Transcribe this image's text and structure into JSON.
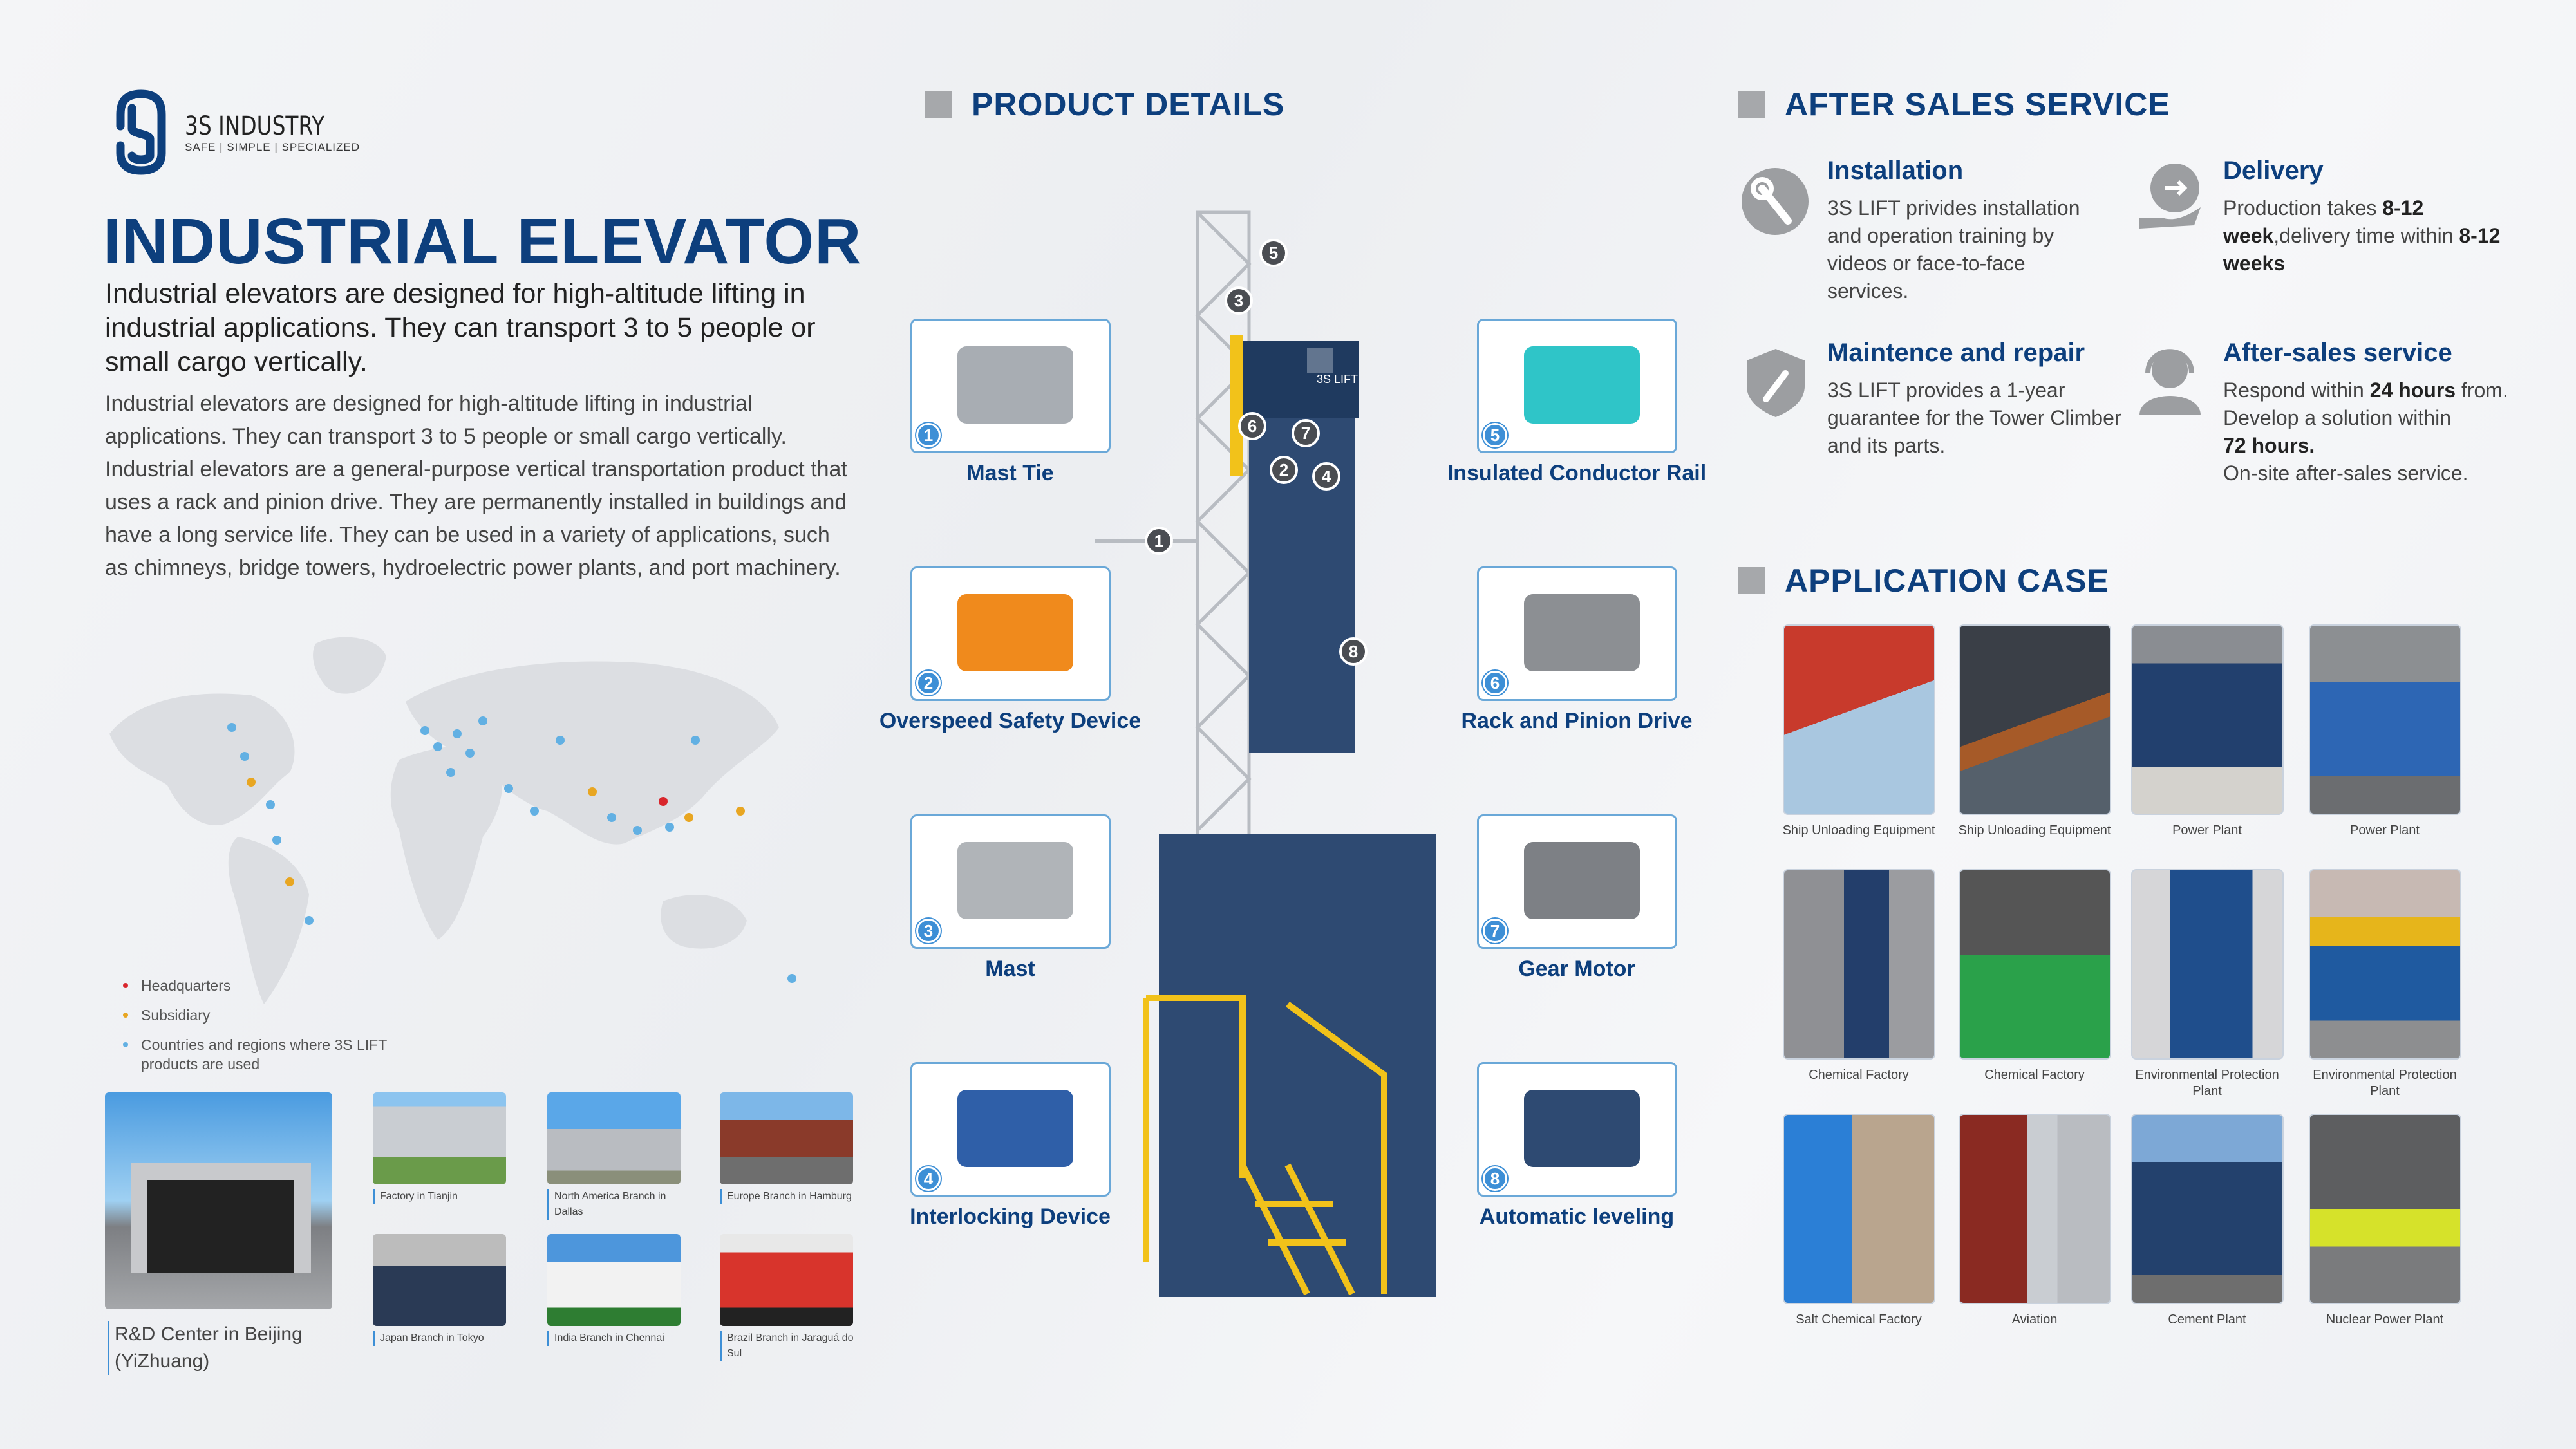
{
  "logo": {
    "name": "3S INDUSTRY",
    "tagline": "SAFE | SIMPLE | SPECIALIZED"
  },
  "hero": {
    "title": "INDUSTRIAL ELEVATOR",
    "subtitle": "Industrial elevators are designed for high-altitude lifting in industrial applications. They can transport 3 to 5 people or small cargo vertically.",
    "body": "Industrial elevators are designed for high-altitude lifting in industrial applications. They can transport 3 to 5 people or small cargo vertically. Industrial elevators are a general-purpose vertical transportation product that uses a rack and pinion drive. They are permanently installed in buildings and have a long service life. They can be used in a variety of applications, such as chimneys, bridge towers, hydroelectric power plants, and port machinery."
  },
  "map": {
    "legend": [
      {
        "label": "Headquarters",
        "color": "#d9262c"
      },
      {
        "label": "Subsidiary",
        "color": "#e8a622"
      },
      {
        "label": "Countries and regions where 3S LIFT products are used",
        "color": "#62b0e3"
      }
    ]
  },
  "locations": [
    {
      "caption": "R&D Center in Beijing (YiZhuang)"
    },
    {
      "caption": "Factory in Tianjin"
    },
    {
      "caption": "North America Branch in Dallas"
    },
    {
      "caption": "Europe Branch in Hamburg"
    },
    {
      "caption": "Japan Branch in Tokyo"
    },
    {
      "caption": "India Branch in Chennai"
    },
    {
      "caption": "Brazil Branch in Jaraguá do Sul"
    }
  ],
  "product_details": {
    "title": "PRODUCT DETAILS",
    "parts": [
      {
        "num": "1",
        "label": "Mast Tie"
      },
      {
        "num": "2",
        "label": "Overspeed Safety Device"
      },
      {
        "num": "3",
        "label": "Mast"
      },
      {
        "num": "4",
        "label": "Interlocking Device"
      },
      {
        "num": "5",
        "label": "Insulated Conductor Rail"
      },
      {
        "num": "6",
        "label": "Rack and Pinion Drive"
      },
      {
        "num": "7",
        "label": "Gear Motor"
      },
      {
        "num": "8",
        "label": "Automatic leveling"
      }
    ],
    "diagram_markers": [
      "5",
      "3",
      "6",
      "7",
      "2",
      "4",
      "1",
      "8"
    ],
    "machine_brand": "3S LIFT"
  },
  "after_sales": {
    "title": "AFTER SALES SERVICE",
    "items": [
      {
        "title": "Installation",
        "text": "3S LIFT privides installation and operation training by videos or face-to-face services."
      },
      {
        "title": "Delivery",
        "t1": "Production takes ",
        "b1": "8-12 week",
        "t2": ",delivery time within ",
        "b2": "8-12 weeks"
      },
      {
        "title": "Maintence and repair",
        "text": "3S LIFT provides a 1-year guarantee for the Tower Climber and its parts."
      },
      {
        "title": "After-sales service",
        "t1": "Respond within ",
        "b1": "24 hours",
        "t2": " from.",
        "t3": "Develop a solution within ",
        "b2": "72 hours.",
        "t4": "On-site after-sales service."
      }
    ]
  },
  "application_case": {
    "title": "APPLICATION CASE",
    "cases": [
      "Ship Unloading Equipment",
      "Ship Unloading Equipment",
      "Power Plant",
      "Power Plant",
      "Chemical Factory",
      "Chemical Factory",
      "Environmental Protection Plant",
      "Environmental Protection Plant",
      "Salt Chemical Factory",
      "Aviation",
      "Cement Plant",
      "Nuclear Power Plant"
    ]
  }
}
